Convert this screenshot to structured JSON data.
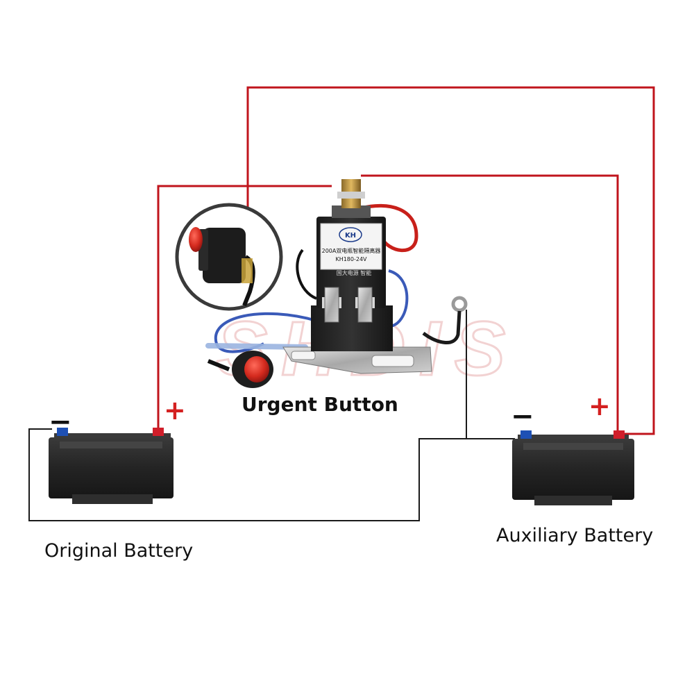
{
  "labels": {
    "urgent_button": "Urgent Button",
    "original_battery": "Original Battery",
    "auxiliary_battery": "Auxiliary Battery",
    "plus": "+",
    "minus": "−"
  },
  "relay": {
    "line1": "200A双电瓶智能隔离器",
    "line2": "KH180-24V",
    "line3": "国大电源 智能",
    "logo": "KH"
  },
  "watermark": "SHDIS",
  "colors": {
    "positive_wire": "#c0141c",
    "negative_wire": "#1a1a1a",
    "battery_body": "#2a2a2a",
    "terminal_positive": "#d01e2a",
    "terminal_negative": "#1e50b4"
  }
}
